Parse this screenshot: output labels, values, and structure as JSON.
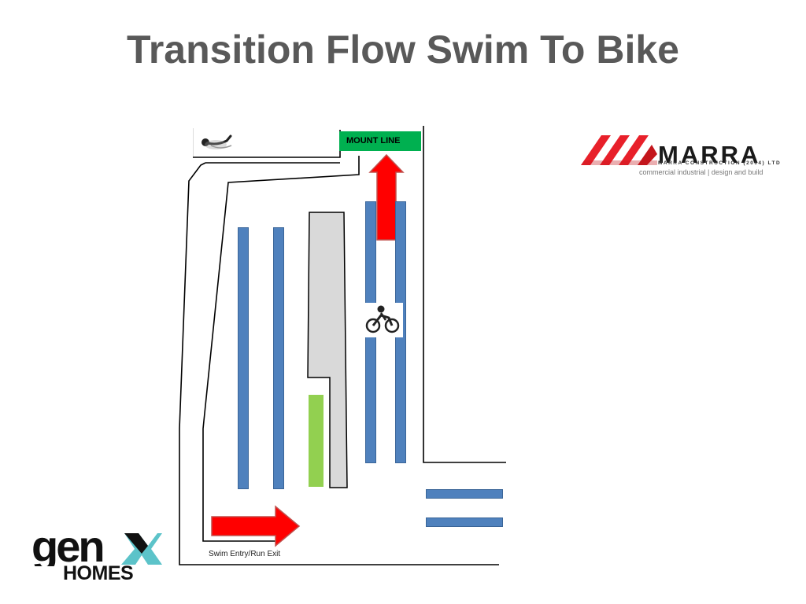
{
  "slide": {
    "title": "Transition Flow Swim To Bike"
  },
  "diagram": {
    "mount_line_label": "MOUNT LINE",
    "entry_label": "Swim Entry/Run Exit",
    "icons": [
      "swimmer-icon",
      "cyclist-icon"
    ],
    "colors": {
      "rack": "#4f81bd",
      "mount_line": "#00b050",
      "arrow": "#ff0000",
      "divider": "#d9d9d9",
      "green_area": "#92d050"
    }
  },
  "logos": {
    "marra": {
      "name": "MARRA",
      "subtitle": "MARRA CONSTRUCTION (2004) LTD",
      "tagline": "commercial industrial  |  design and build",
      "brand_color": "#e8202a"
    },
    "genx": {
      "word": "genX",
      "homes": "HOMES",
      "accent_color": "#5cc3c9"
    }
  }
}
